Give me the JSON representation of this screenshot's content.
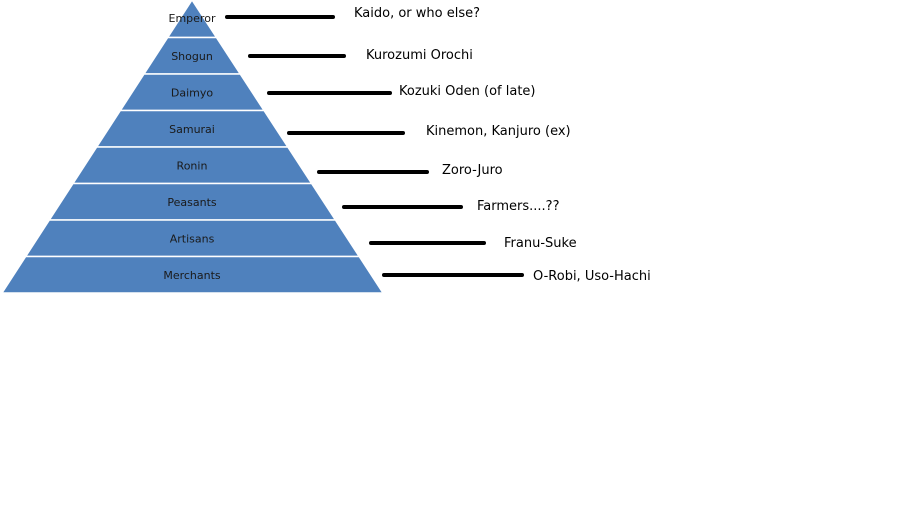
{
  "colors": {
    "tier_fill": "#4f81bd",
    "tier_divider": "#ffffff",
    "leader_line": "#000000",
    "background": "#ffffff"
  },
  "pyramid": {
    "tiers": [
      {
        "label": "Emperor",
        "annotation": "Kaido, or who else?"
      },
      {
        "label": "Shogun",
        "annotation": "Kurozumi Orochi"
      },
      {
        "label": "Daimyo",
        "annotation": "Kozuki Oden (of late)"
      },
      {
        "label": "Samurai",
        "annotation": "Kinemon, Kanjuro (ex)"
      },
      {
        "label": "Ronin",
        "annotation": "Zoro-Juro"
      },
      {
        "label": "Peasants",
        "annotation": "Farmers....??"
      },
      {
        "label": "Artisans",
        "annotation": "Franu-Suke"
      },
      {
        "label": "Merchants",
        "annotation": "O-Robi, Uso-Hachi"
      }
    ]
  }
}
